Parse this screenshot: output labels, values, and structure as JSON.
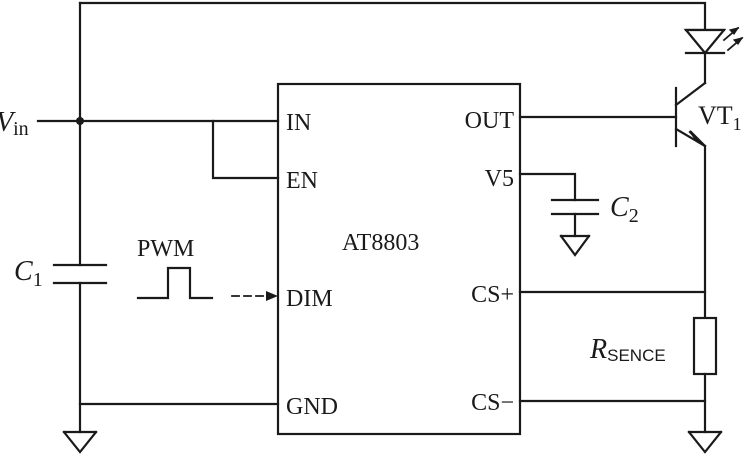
{
  "chip": {
    "name": "AT8803",
    "pins_left": {
      "in": "IN",
      "en": "EN",
      "dim": "DIM",
      "gnd": "GND"
    },
    "pins_right": {
      "out": "OUT",
      "v5": "V5",
      "cs_plus": "CS+",
      "cs_minus": "CS−"
    }
  },
  "labels": {
    "vin_main": "V",
    "vin_sub": "in",
    "c1_main": "C",
    "c1_sub": "1",
    "c2_main": "C",
    "c2_sub": "2",
    "pwm": "PWM",
    "vt1_main": "VT",
    "vt1_sub": "1",
    "rsense_main": "R",
    "rsense_sub": "SENCE"
  },
  "colors": {
    "line": "#1a1a1a",
    "background": "#ffffff"
  }
}
